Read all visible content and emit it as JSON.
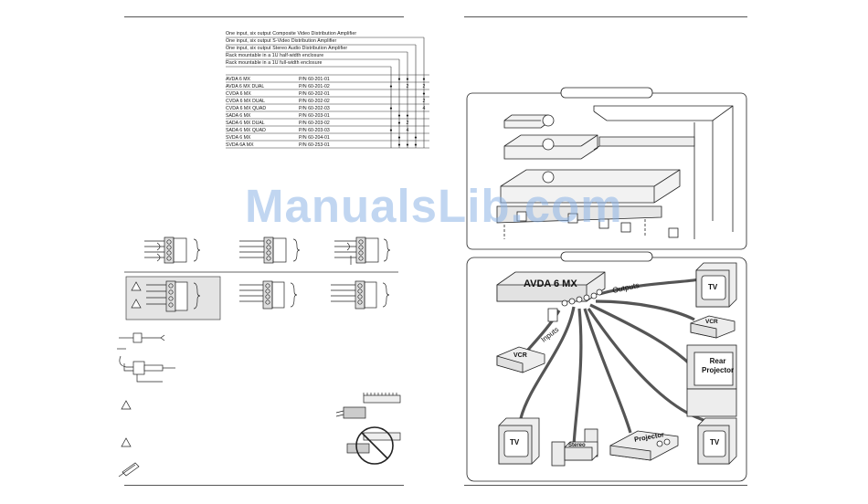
{
  "watermark": "ManualsLib.com",
  "features": [
    "One input, six output Composite Video Distribution Amplifier",
    "One input, six output S-Video Distribution Amplifier",
    "One input, six output Stereo Audio Distribution Amplifier",
    "Rack mountable in a 1U half-width enclosure",
    "Rack mountable in a 1U full-width enclosure"
  ],
  "models": [
    {
      "name": "AVDA 6 MX",
      "pn": "P/N 60-201-01",
      "marks": [
        "",
        "●",
        "●",
        "",
        "●"
      ]
    },
    {
      "name": "AVDA 6 MX DUAL",
      "pn": "P/N 60-201-02",
      "marks": [
        "●",
        "",
        "2",
        "",
        "2"
      ]
    },
    {
      "name": "CVDA 6 MX",
      "pn": "P/N 60-202-01",
      "marks": [
        "",
        "",
        "",
        "",
        "●"
      ]
    },
    {
      "name": "CVDA 6 MX DUAL",
      "pn": "P/N 60-202-02",
      "marks": [
        "",
        "",
        "",
        "",
        "2"
      ]
    },
    {
      "name": "CVDA 6 MX QUAD",
      "pn": "P/N 60-202-03",
      "marks": [
        "●",
        "",
        "",
        "",
        "4"
      ]
    },
    {
      "name": "SADA 6 MX",
      "pn": "P/N 60-203-01",
      "marks": [
        "",
        "●",
        "●",
        "",
        ""
      ]
    },
    {
      "name": "SADA 6 MX DUAL",
      "pn": "P/N 60-203-02",
      "marks": [
        "",
        "●",
        "2",
        "",
        ""
      ]
    },
    {
      "name": "SADA 6 MX QUAD",
      "pn": "P/N 60-203-03",
      "marks": [
        "●",
        "",
        "4",
        "",
        ""
      ]
    },
    {
      "name": "SVDA 6 MX",
      "pn": "P/N 60-204-01",
      "marks": [
        "",
        "●",
        "",
        "●",
        ""
      ]
    },
    {
      "name": "SVDA 6A MX",
      "pn": "P/N 60-253-01",
      "marks": [
        "",
        "●",
        "●",
        "●",
        ""
      ]
    }
  ],
  "diagram": {
    "device_label": "AVDA 6 MX",
    "outputs_label": "Outputs",
    "inputs_label": "Inputs",
    "devices": {
      "tv_top": "TV",
      "vcr_right": "VCR",
      "rear_projector": "Rear\nProjector",
      "tv_right": "TV",
      "vcr_left": "VCR",
      "tv_left": "TV",
      "stereo": "Stereo",
      "projector": "Projector"
    }
  }
}
